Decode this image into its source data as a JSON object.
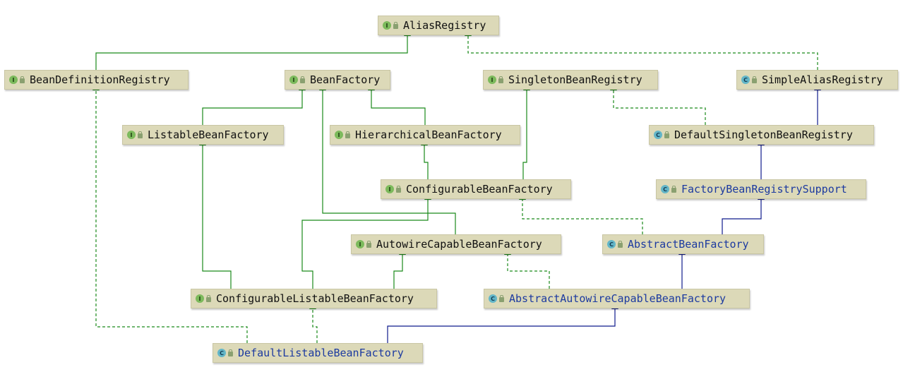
{
  "diagram": {
    "nodes": [
      {
        "id": "AliasRegistry",
        "label": "AliasRegistry",
        "kind": "interface"
      },
      {
        "id": "BeanDefinitionRegistry",
        "label": "BeanDefinitionRegistry",
        "kind": "interface"
      },
      {
        "id": "BeanFactory",
        "label": "BeanFactory",
        "kind": "interface"
      },
      {
        "id": "SingletonBeanRegistry",
        "label": "SingletonBeanRegistry",
        "kind": "interface"
      },
      {
        "id": "SimpleAliasRegistry",
        "label": "SimpleAliasRegistry",
        "kind": "class"
      },
      {
        "id": "ListableBeanFactory",
        "label": "ListableBeanFactory",
        "kind": "interface"
      },
      {
        "id": "HierarchicalBeanFactory",
        "label": "HierarchicalBeanFactory",
        "kind": "interface"
      },
      {
        "id": "DefaultSingletonBeanRegistry",
        "label": "DefaultSingletonBeanRegistry",
        "kind": "class"
      },
      {
        "id": "ConfigurableBeanFactory",
        "label": "ConfigurableBeanFactory",
        "kind": "interface"
      },
      {
        "id": "FactoryBeanRegistrySupport",
        "label": "FactoryBeanRegistrySupport",
        "kind": "class"
      },
      {
        "id": "AutowireCapableBeanFactory",
        "label": "AutowireCapableBeanFactory",
        "kind": "interface"
      },
      {
        "id": "AbstractBeanFactory",
        "label": "AbstractBeanFactory",
        "kind": "class"
      },
      {
        "id": "ConfigurableListableBeanFactory",
        "label": "ConfigurableListableBeanFactory",
        "kind": "interface"
      },
      {
        "id": "AbstractAutowireCapableBeanFactory",
        "label": "AbstractAutowireCapableBeanFactory",
        "kind": "class"
      },
      {
        "id": "DefaultListableBeanFactory",
        "label": "DefaultListableBeanFactory",
        "kind": "class"
      }
    ],
    "edges": [
      {
        "from": "BeanDefinitionRegistry",
        "to": "AliasRegistry",
        "relation": "extends"
      },
      {
        "from": "SimpleAliasRegistry",
        "to": "AliasRegistry",
        "relation": "implements"
      },
      {
        "from": "ListableBeanFactory",
        "to": "BeanFactory",
        "relation": "extends"
      },
      {
        "from": "HierarchicalBeanFactory",
        "to": "BeanFactory",
        "relation": "extends"
      },
      {
        "from": "AutowireCapableBeanFactory",
        "to": "BeanFactory",
        "relation": "extends"
      },
      {
        "from": "DefaultSingletonBeanRegistry",
        "to": "SimpleAliasRegistry",
        "relation": "class-extends"
      },
      {
        "from": "DefaultSingletonBeanRegistry",
        "to": "SingletonBeanRegistry",
        "relation": "implements"
      },
      {
        "from": "ConfigurableBeanFactory",
        "to": "HierarchicalBeanFactory",
        "relation": "extends"
      },
      {
        "from": "ConfigurableBeanFactory",
        "to": "SingletonBeanRegistry",
        "relation": "extends"
      },
      {
        "from": "FactoryBeanRegistrySupport",
        "to": "DefaultSingletonBeanRegistry",
        "relation": "class-extends"
      },
      {
        "from": "AbstractBeanFactory",
        "to": "FactoryBeanRegistrySupport",
        "relation": "class-extends"
      },
      {
        "from": "AbstractBeanFactory",
        "to": "ConfigurableBeanFactory",
        "relation": "implements"
      },
      {
        "from": "ConfigurableListableBeanFactory",
        "to": "ListableBeanFactory",
        "relation": "extends"
      },
      {
        "from": "ConfigurableListableBeanFactory",
        "to": "ConfigurableBeanFactory",
        "relation": "extends"
      },
      {
        "from": "ConfigurableListableBeanFactory",
        "to": "AutowireCapableBeanFactory",
        "relation": "extends"
      },
      {
        "from": "AbstractAutowireCapableBeanFactory",
        "to": "AbstractBeanFactory",
        "relation": "class-extends"
      },
      {
        "from": "AbstractAutowireCapableBeanFactory",
        "to": "AutowireCapableBeanFactory",
        "relation": "implements"
      },
      {
        "from": "DefaultListableBeanFactory",
        "to": "ConfigurableListableBeanFactory",
        "relation": "implements"
      },
      {
        "from": "DefaultListableBeanFactory",
        "to": "BeanDefinitionRegistry",
        "relation": "implements"
      },
      {
        "from": "DefaultListableBeanFactory",
        "to": "AbstractAutowireCapableBeanFactory",
        "relation": "class-extends"
      }
    ],
    "colors": {
      "extends": "#1a8a1a",
      "implements": "#1a8a1a",
      "class-extends": "#0f1a8c"
    }
  }
}
